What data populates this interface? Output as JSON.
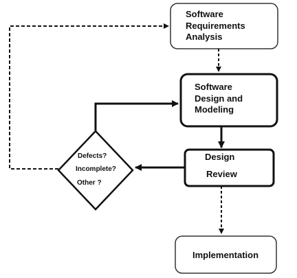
{
  "nodes": {
    "requirements": {
      "lines": [
        "Software",
        "Requirements",
        "Analysis"
      ]
    },
    "design": {
      "lines": [
        "Software",
        "Design and",
        "Modeling"
      ]
    },
    "review": {
      "lines": [
        "Design",
        "Review"
      ]
    },
    "implementation": {
      "lines": [
        "Implementation"
      ]
    },
    "decision": {
      "lines": [
        "Defects?",
        "Incomplete?",
        "Other ?"
      ]
    }
  }
}
